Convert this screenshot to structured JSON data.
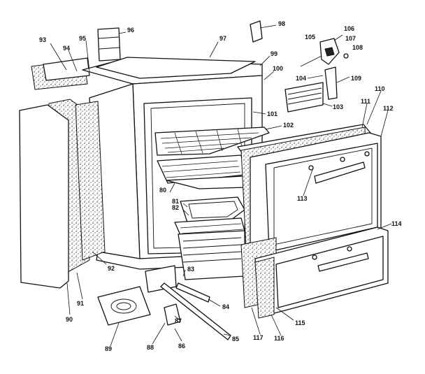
{
  "diagram": {
    "labels": [
      "80",
      "81",
      "82",
      "83",
      "84",
      "85",
      "86",
      "87",
      "88",
      "89",
      "90",
      "91",
      "92",
      "93",
      "94",
      "95",
      "96",
      "97",
      "98",
      "99",
      "100",
      "101",
      "102",
      "103",
      "104",
      "105",
      "106",
      "107",
      "108",
      "109",
      "110",
      "111",
      "112",
      "113",
      "114",
      "115",
      "116",
      "117"
    ]
  },
  "colors": {
    "ink": "#111111",
    "paper": "#ffffff"
  }
}
